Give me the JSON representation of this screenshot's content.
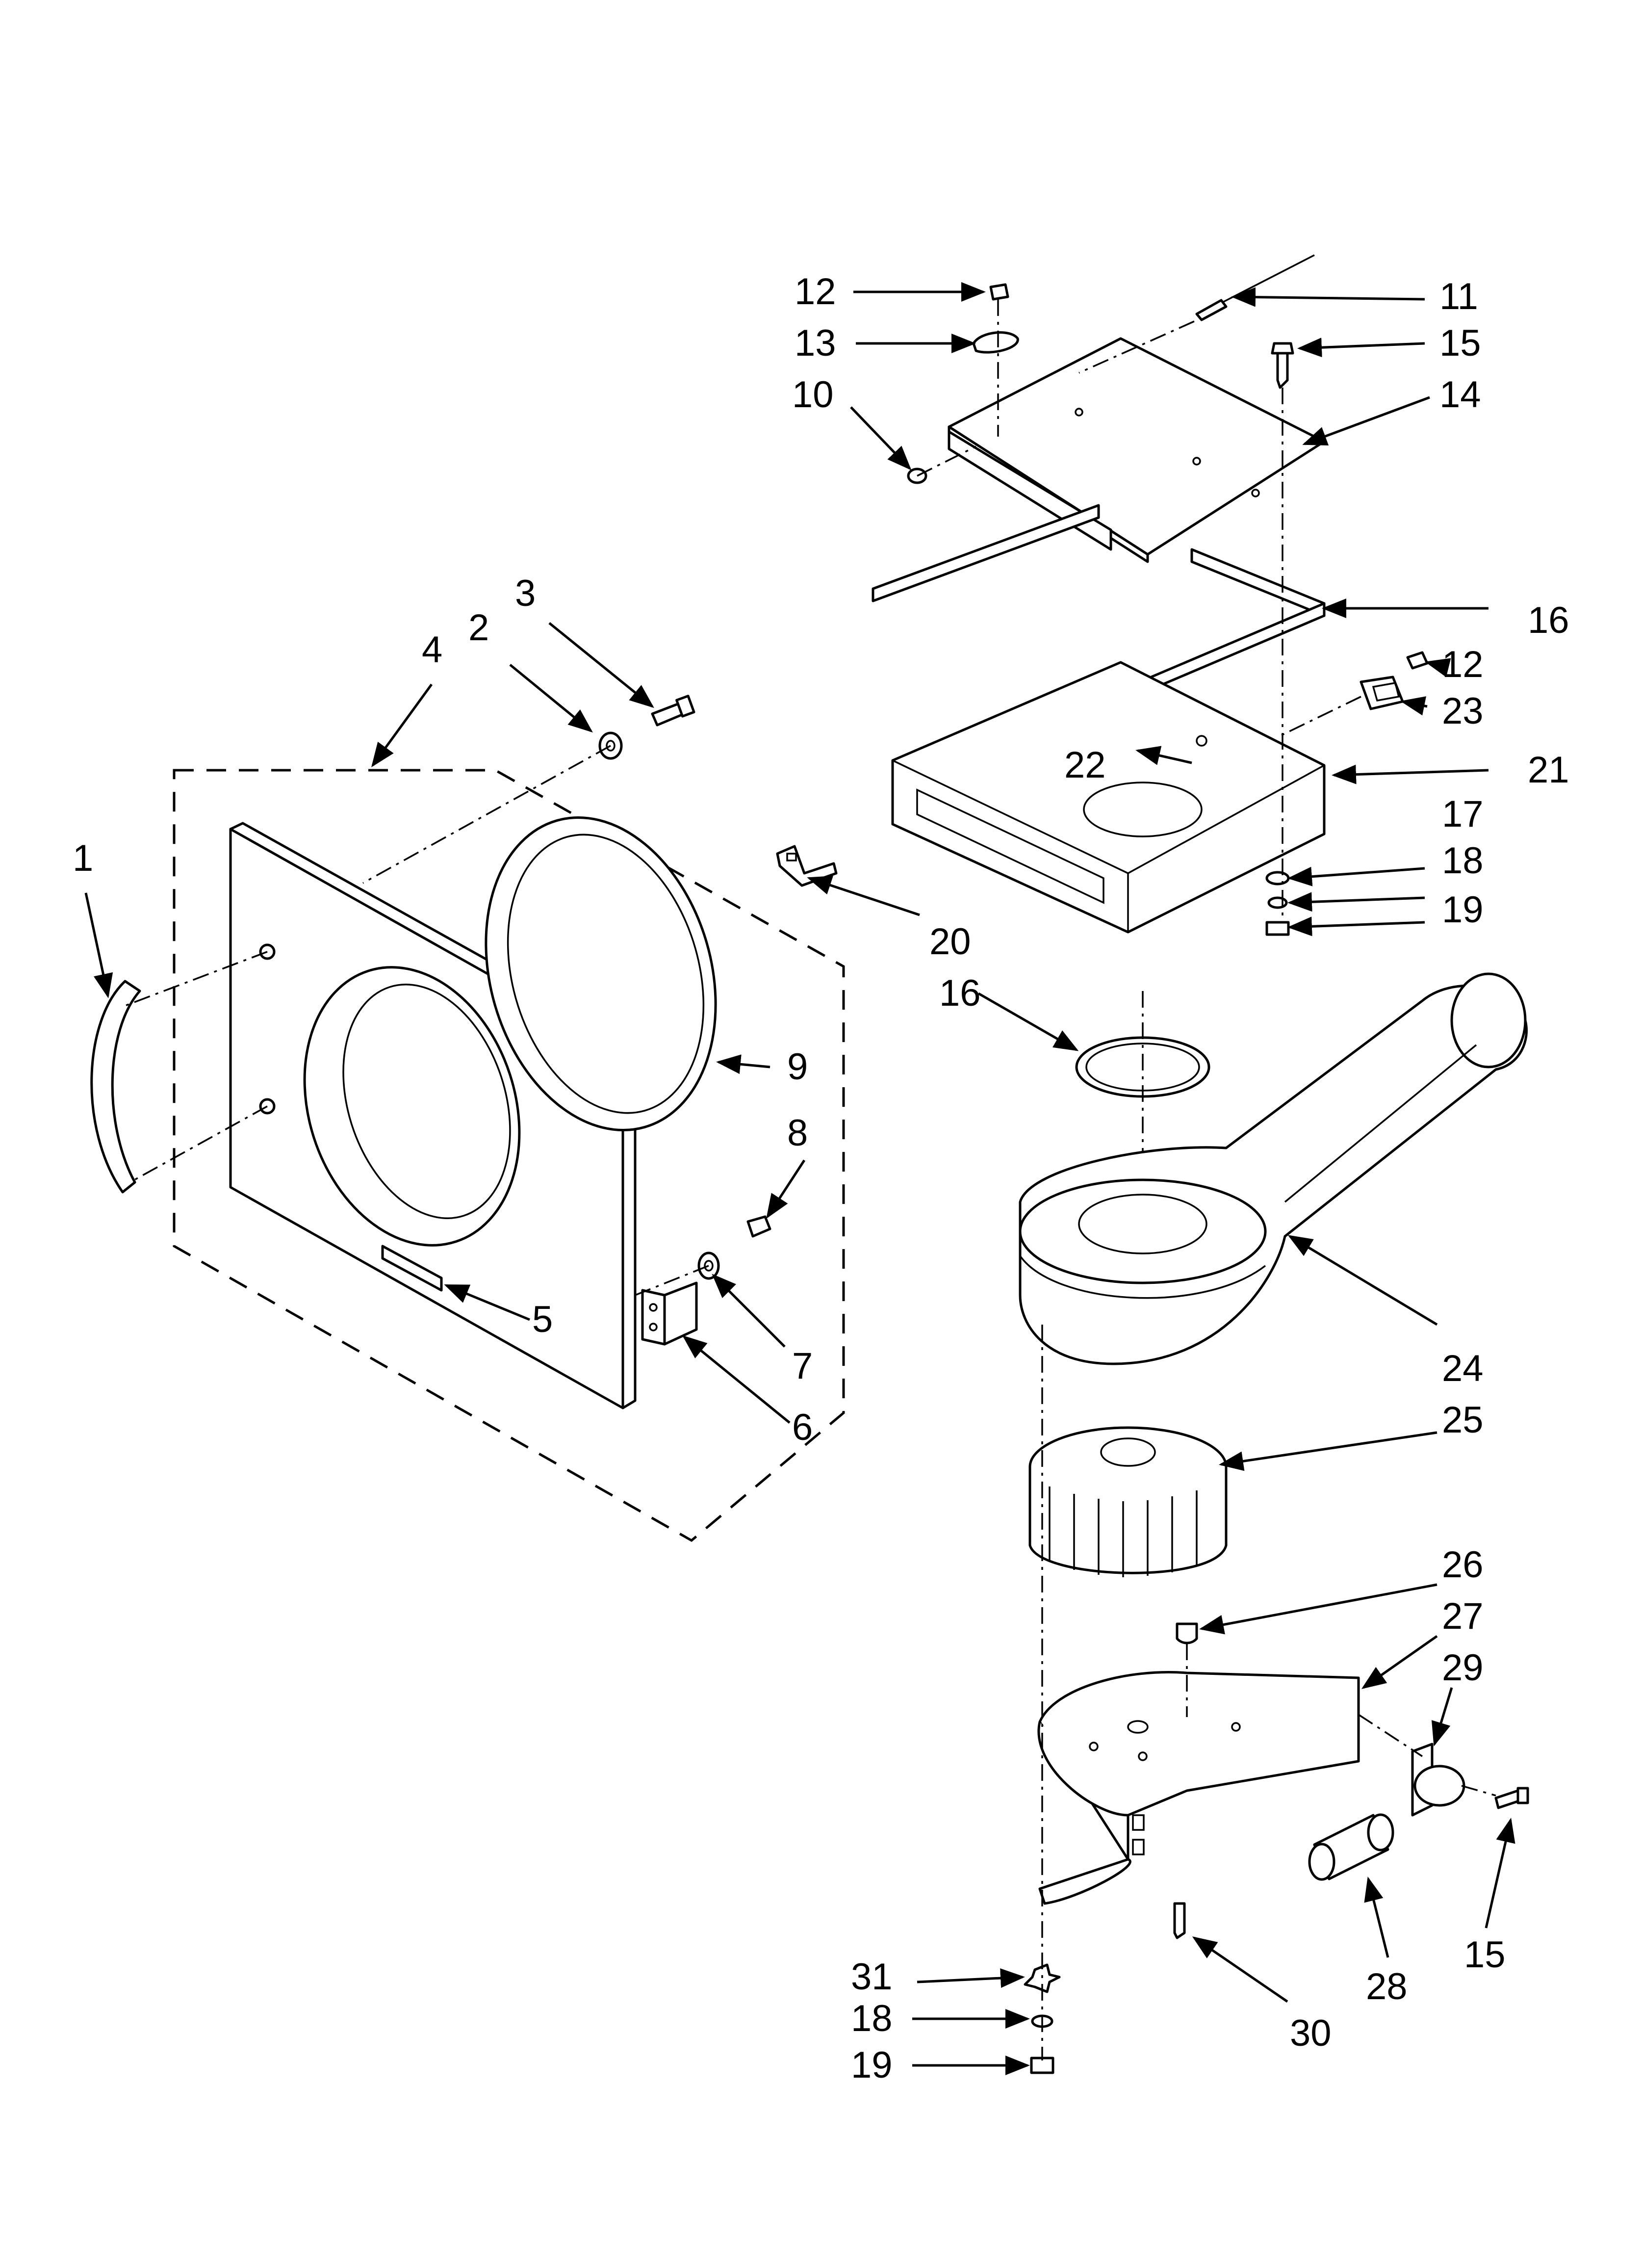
{
  "callouts": [
    {
      "id": "c1",
      "text": "1"
    },
    {
      "id": "c2",
      "text": "2"
    },
    {
      "id": "c3",
      "text": "3"
    },
    {
      "id": "c4",
      "text": "4"
    },
    {
      "id": "c5",
      "text": "5"
    },
    {
      "id": "c6",
      "text": "6"
    },
    {
      "id": "c7",
      "text": "7"
    },
    {
      "id": "c8",
      "text": "8"
    },
    {
      "id": "c9",
      "text": "9"
    },
    {
      "id": "c10",
      "text": "10"
    },
    {
      "id": "c11",
      "text": "11"
    },
    {
      "id": "c12a",
      "text": "12"
    },
    {
      "id": "c12b",
      "text": "12"
    },
    {
      "id": "c13",
      "text": "13"
    },
    {
      "id": "c14",
      "text": "14"
    },
    {
      "id": "c15a",
      "text": "15"
    },
    {
      "id": "c15b",
      "text": "15"
    },
    {
      "id": "c16a",
      "text": "16"
    },
    {
      "id": "c16b",
      "text": "16"
    },
    {
      "id": "c17",
      "text": "17"
    },
    {
      "id": "c18a",
      "text": "18"
    },
    {
      "id": "c18b",
      "text": "18"
    },
    {
      "id": "c19a",
      "text": "19"
    },
    {
      "id": "c19b",
      "text": "19"
    },
    {
      "id": "c20",
      "text": "20"
    },
    {
      "id": "c21",
      "text": "21"
    },
    {
      "id": "c22",
      "text": "22"
    },
    {
      "id": "c23",
      "text": "23"
    },
    {
      "id": "c24",
      "text": "24"
    },
    {
      "id": "c25",
      "text": "25"
    },
    {
      "id": "c26",
      "text": "26"
    },
    {
      "id": "c27",
      "text": "27"
    },
    {
      "id": "c28",
      "text": "28"
    },
    {
      "id": "c29",
      "text": "29"
    },
    {
      "id": "c30",
      "text": "30"
    },
    {
      "id": "c31",
      "text": "31"
    }
  ]
}
